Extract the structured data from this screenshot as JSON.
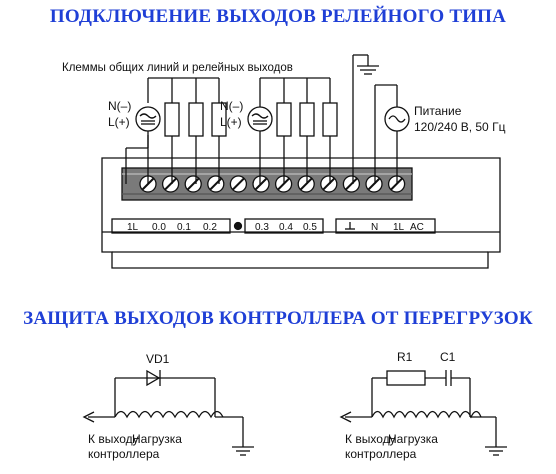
{
  "colors": {
    "heading": "#1f3fd6",
    "line": "#111111"
  },
  "heading_top": "ПОДКЛЮЧЕНИЕ ВЫХОДОВ РЕЛЕЙНОГО ТИПА",
  "heading_bottom": "ЗАЩИТА ВЫХОДОВ КОНТРОЛЛЕРА ОТ ПЕРЕГРУЗОК",
  "wiring": {
    "caption": "Клеммы общих линий и релейных выходов",
    "source_label": [
      "N(–)",
      "L(+)"
    ],
    "power_label": [
      "Питание",
      "120/240 В, 50 Гц"
    ],
    "terminal_labels": [
      "1L",
      "0.0",
      "0.1",
      "0.2",
      "0.3",
      "0.4",
      "0.5",
      "N",
      "1L",
      "AC"
    ]
  },
  "diode_circuit": {
    "element": "VD1",
    "output": [
      "К выходу",
      "контроллера"
    ],
    "load": "Нагрузка"
  },
  "rc_circuit": {
    "resistor": "R1",
    "capacitor": "C1",
    "output": [
      "К выходу",
      "контроллера"
    ],
    "load": "Нагрузка"
  }
}
